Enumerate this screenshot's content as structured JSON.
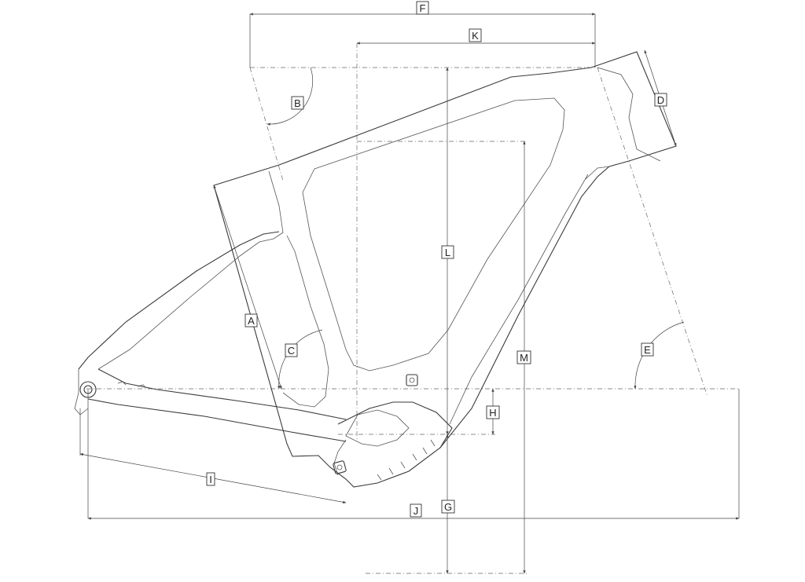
{
  "diagram": {
    "title": "",
    "dimension_labels": {
      "A": "A",
      "B": "B",
      "C": "C",
      "D": "D",
      "E": "E",
      "F": "F",
      "G": "G",
      "H": "H",
      "I": "I",
      "J": "J",
      "K": "K",
      "L": "L",
      "M": "M"
    },
    "colors": {
      "line": "#3a3a3a",
      "background": "#ffffff"
    }
  }
}
